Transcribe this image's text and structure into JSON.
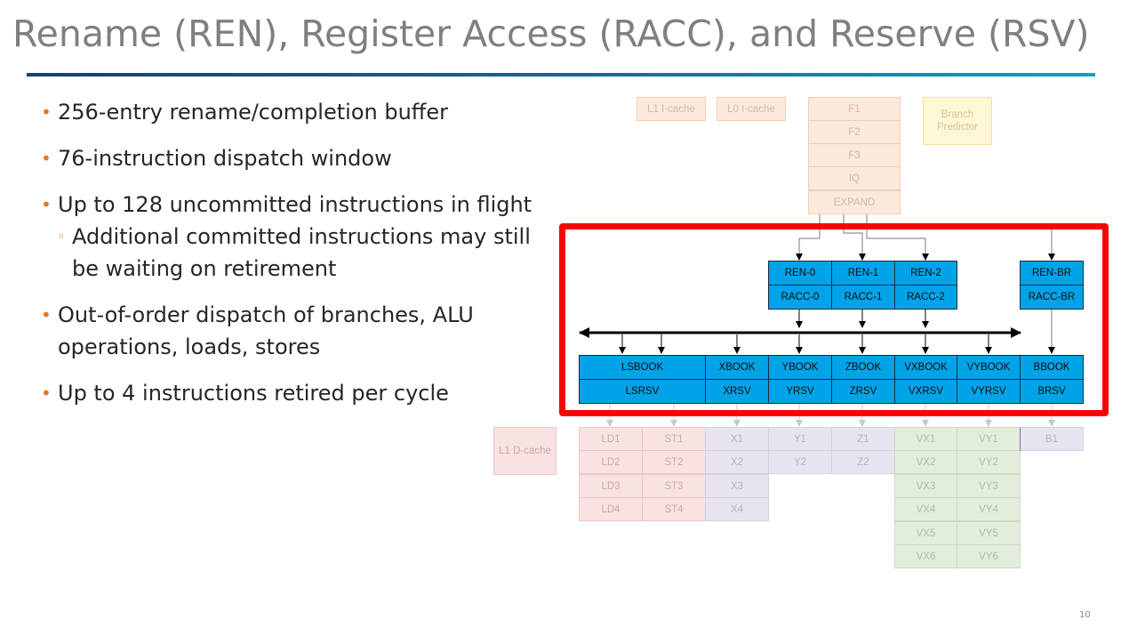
{
  "slide": {
    "title": "Rename (REN), Register Access (RACC), and Reserve (RSV)",
    "page_number": "10"
  },
  "bullets": [
    {
      "text": "256-entry rename/completion buffer"
    },
    {
      "text": "76-instruction dispatch window"
    },
    {
      "text": "Up to 128 uncommitted instructions in flight"
    },
    {
      "text": "Additional committed instructions may still be waiting on retirement"
    },
    {
      "text": "Out-of-order dispatch of branches, ALU operations, loads, stores"
    },
    {
      "text": "Up to 4 instructions retired per cycle"
    }
  ],
  "diagram": {
    "frontend": {
      "l1_icache": "L1 I-cache",
      "l0_icache": "L0 I-cache",
      "branch_predictor": "Branch Predictor",
      "stages": [
        "F1",
        "F2",
        "F3",
        "IQ",
        "EXPAND"
      ]
    },
    "rename": {
      "ren": [
        "REN-0",
        "REN-1",
        "REN-2",
        "REN-BR"
      ],
      "racc": [
        "RACC-0",
        "RACC-1",
        "RACC-2",
        "RACC-BR"
      ]
    },
    "reserve": {
      "book": [
        "LSBOOK",
        "XBOOK",
        "YBOOK",
        "ZBOOK",
        "VXBOOK",
        "VYBOOK",
        "BBOOK"
      ],
      "rsv": [
        "LSRSV",
        "XRSV",
        "YRSV",
        "ZRSV",
        "VXRSV",
        "VYRSV",
        "BRSV"
      ]
    },
    "backend": {
      "l1_dcache": "L1 D-cache",
      "load": [
        "LD1",
        "LD2",
        "LD3",
        "LD4"
      ],
      "store": [
        "ST1",
        "ST2",
        "ST3",
        "ST4"
      ],
      "x": [
        "X1",
        "X2",
        "X3",
        "X4"
      ],
      "y": [
        "Y1",
        "Y2"
      ],
      "z": [
        "Z1",
        "Z2"
      ],
      "vx": [
        "VX1",
        "VX2",
        "VX3",
        "VX4",
        "VX5",
        "VX6"
      ],
      "vy": [
        "VY1",
        "VY2",
        "VY3",
        "VY4",
        "VY5",
        "VY6"
      ],
      "b": [
        "B1"
      ]
    },
    "colors": {
      "highlight": "#ff0000",
      "active_block": "#00a3e8",
      "bullet_marker": "#e07b1e",
      "title_text": "#7f7f7f"
    }
  }
}
